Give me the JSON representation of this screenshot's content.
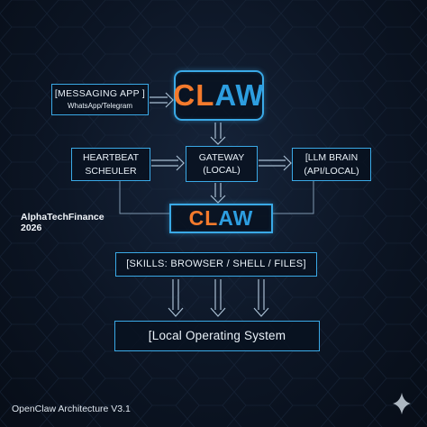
{
  "messaging": {
    "title": "[MESSAGING APP ]",
    "subtitle": "WhatsApp/Telegram"
  },
  "claw_logo": {
    "part1": "CL",
    "part2": "AW"
  },
  "heartbeat": {
    "line1": "HEARTBEAT",
    "line2": "SCHEULER"
  },
  "gateway": {
    "line1": "GATEWAY",
    "line2": "(LOCAL)"
  },
  "llm": {
    "line1": "[LLM BRAIN",
    "line2": "(API/LOCAL)"
  },
  "brand": {
    "line1": "AlphaTechFinance",
    "line2": "2026"
  },
  "skills": {
    "label": "[SKILLS: BROWSER / SHELL / FILES]"
  },
  "os": {
    "label": "[Local Operating System"
  },
  "footer": {
    "label": "OpenClaw Architecture V3.1"
  },
  "colors": {
    "accent": "#3aa9e6",
    "orange": "#f47a2c",
    "blue": "#2d9ee0",
    "background": "#0c1524"
  },
  "icons": {
    "corner": "sparkle-icon"
  }
}
